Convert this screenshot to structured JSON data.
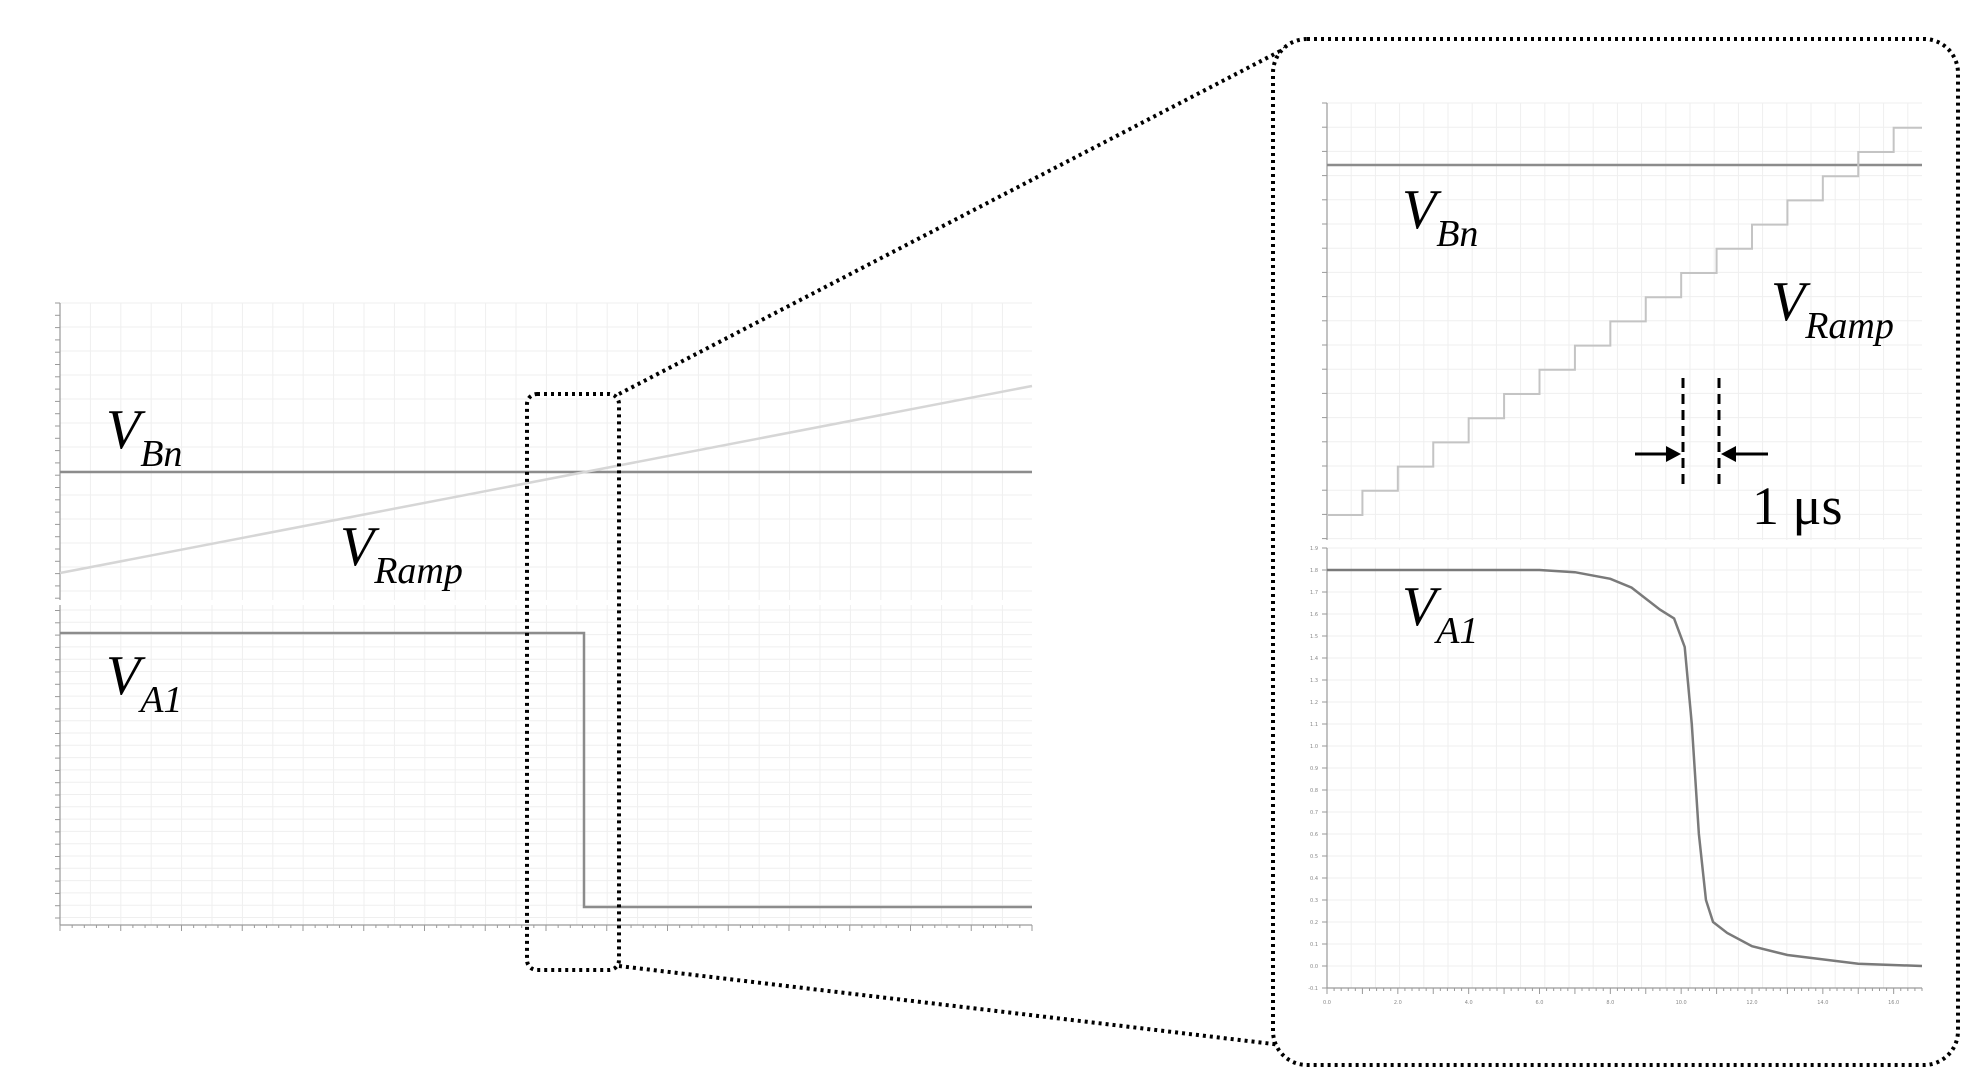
{
  "colors": {
    "signal_dark": "#8c8c8c",
    "ramp_light": "#d6d6d6",
    "grid": "#efefef",
    "axis": "#9a9a9a",
    "frame": "#000000"
  },
  "labels": {
    "vbn_main": "V",
    "vbn_sub": "Bn",
    "vramp_main": "V",
    "vramp_sub": "Ramp",
    "va1_main": "V",
    "va1_sub": "A1",
    "time_interval": "1 μs"
  },
  "chart_data": [
    {
      "type": "line",
      "panel": "overview",
      "series": [
        {
          "name": "VBn",
          "x": [
            0,
            100
          ],
          "y": [
            0.68,
            0.68
          ]
        },
        {
          "name": "VRamp",
          "x": [
            0,
            100
          ],
          "y": [
            0.26,
            0.9
          ]
        },
        {
          "name": "VA1",
          "x": [
            0,
            54,
            54,
            100
          ],
          "y": [
            0.88,
            0.88,
            0.06,
            0.06
          ]
        }
      ],
      "xlim": [
        0,
        100
      ],
      "grid": true
    },
    {
      "type": "line",
      "panel": "zoom",
      "x_ticks": [
        "0.0",
        "2.0",
        "4.0",
        "6.0",
        "8.0",
        "10.0",
        "12.0",
        "14.0",
        "16.0"
      ],
      "va1_y_ticks": [
        "1.9",
        "1.8",
        "1.7",
        "1.6",
        "1.5",
        "1.4",
        "1.3",
        "1.2",
        "1.1",
        "1.0",
        "0.9",
        "0.8",
        "0.7",
        "0.6",
        "0.5",
        "0.4",
        "0.3",
        "0.2",
        "0.1",
        "0.0",
        "-0.1"
      ],
      "series": [
        {
          "name": "VBn",
          "x": [
            0,
            16.8
          ],
          "y": [
            15.2,
            15.2
          ]
        },
        {
          "name": "VRamp",
          "staircase": true,
          "step_width": 1,
          "x": [
            0,
            16.8
          ],
          "y_start": 0,
          "y_step": 1,
          "steps": 17
        },
        {
          "name": "VA1",
          "x": [
            0,
            6.0,
            7.0,
            8.0,
            8.6,
            9.0,
            9.4,
            9.8,
            10.1,
            10.3,
            10.5,
            10.7,
            10.9,
            11.3,
            12.0,
            13.0,
            14.0,
            15.0,
            16.8
          ],
          "y": [
            1.8,
            1.8,
            1.79,
            1.76,
            1.72,
            1.67,
            1.62,
            1.58,
            1.45,
            1.1,
            0.6,
            0.3,
            0.2,
            0.15,
            0.09,
            0.05,
            0.03,
            0.01,
            0.0
          ]
        }
      ],
      "xlim": [
        0,
        16.8
      ],
      "ylim_va1": [
        -0.1,
        1.9
      ],
      "grid": true
    }
  ]
}
